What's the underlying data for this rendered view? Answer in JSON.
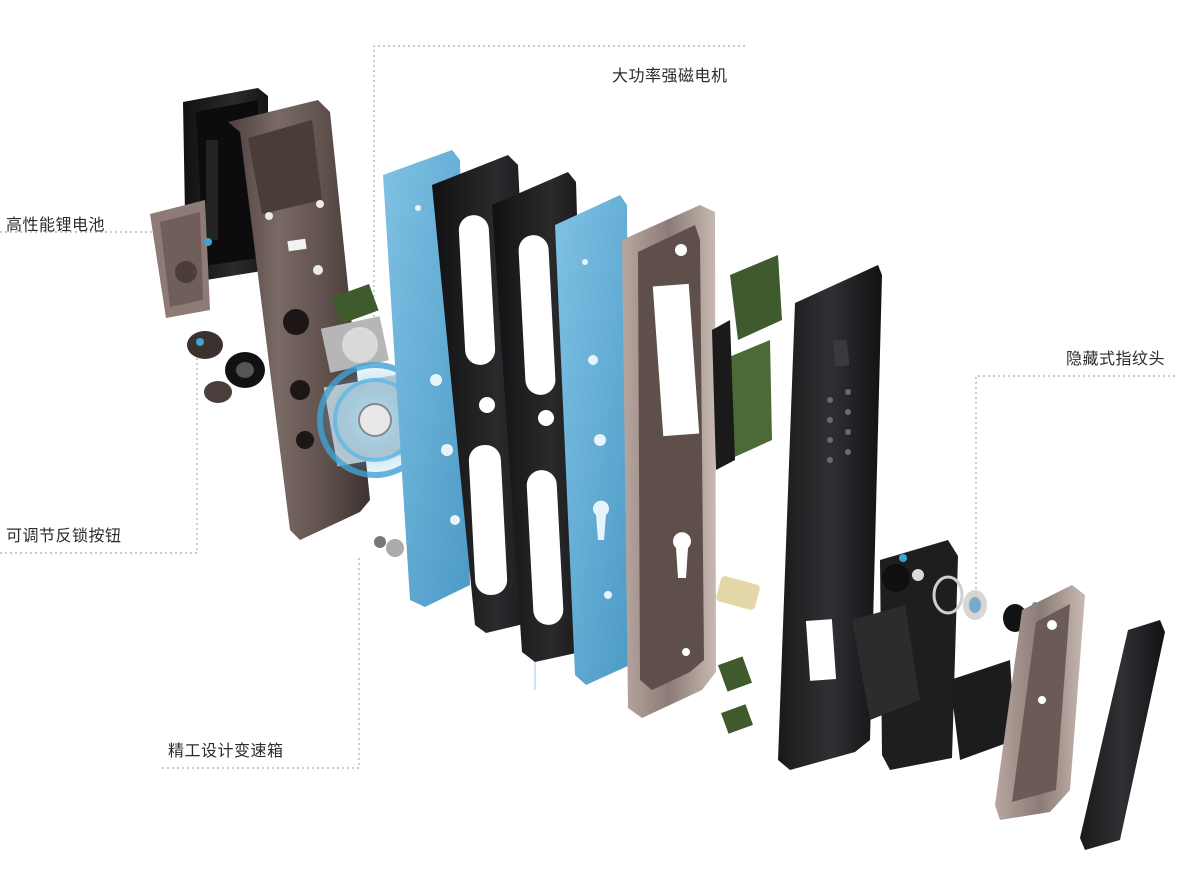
{
  "labels": {
    "motor": "大功率强磁电机",
    "battery": "高性能锂电池",
    "adjust_button": "可调节反锁按钮",
    "gearbox": "精工设计变速箱",
    "fingerprint": "隐藏式指纹头"
  },
  "colors": {
    "leader_line": "#a9a9a9",
    "accent_blue": "#3fa3d4",
    "panel_blue": "#6fb4d8",
    "gasket_black": "#1d1d1f",
    "metal_bronze": "#6b5b57",
    "metal_bronze_light": "#a38f88",
    "pcb_green": "#3f5b2e",
    "text": "#2b2b2b"
  },
  "icons": {
    "annotation_dot": "dot-icon"
  }
}
